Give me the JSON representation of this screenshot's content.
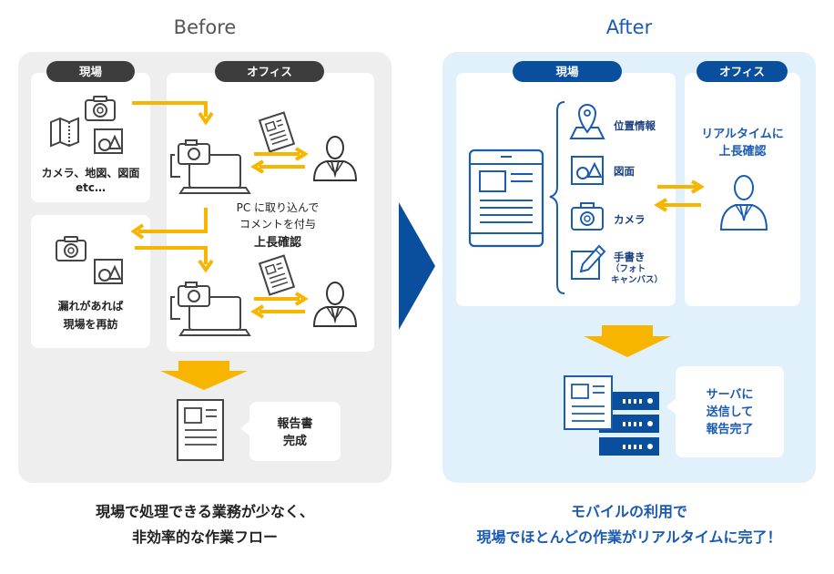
{
  "before": {
    "title": "Before",
    "field_label": "現場",
    "office_label": "オフィス",
    "tools_text": "カメラ、地図、図面\netc…",
    "revisit_text": "漏れがあれば\n現場を再訪",
    "pc_text_1": "PC に取り込んで",
    "pc_text_2": "コメントを付与",
    "approval_text": "上長確認",
    "report_text": "報告書\n完成",
    "caption_1": "現場で処理できる業務が少なく、",
    "caption_2": "非効率的な作業フロー"
  },
  "after": {
    "title": "After",
    "field_label": "現場",
    "office_label": "オフィス",
    "features": [
      "位置情報",
      "図面",
      "カメラ",
      "手書き"
    ],
    "handwriting_note": "（フォト\nキャンバス）",
    "realtime_text": "リアルタイムに\n上長確認",
    "server_text": "サーバに\n送信して\n報告完了",
    "caption_1": "モバイルの利用で",
    "caption_2": "現場でほとんどの作業がリアルタイムに完了！"
  },
  "colors": {
    "arrow_yellow": "#f7b500",
    "blue": "#0a4f9e",
    "icon_gray": "#444444",
    "text_blue": "#1a5bb3"
  }
}
